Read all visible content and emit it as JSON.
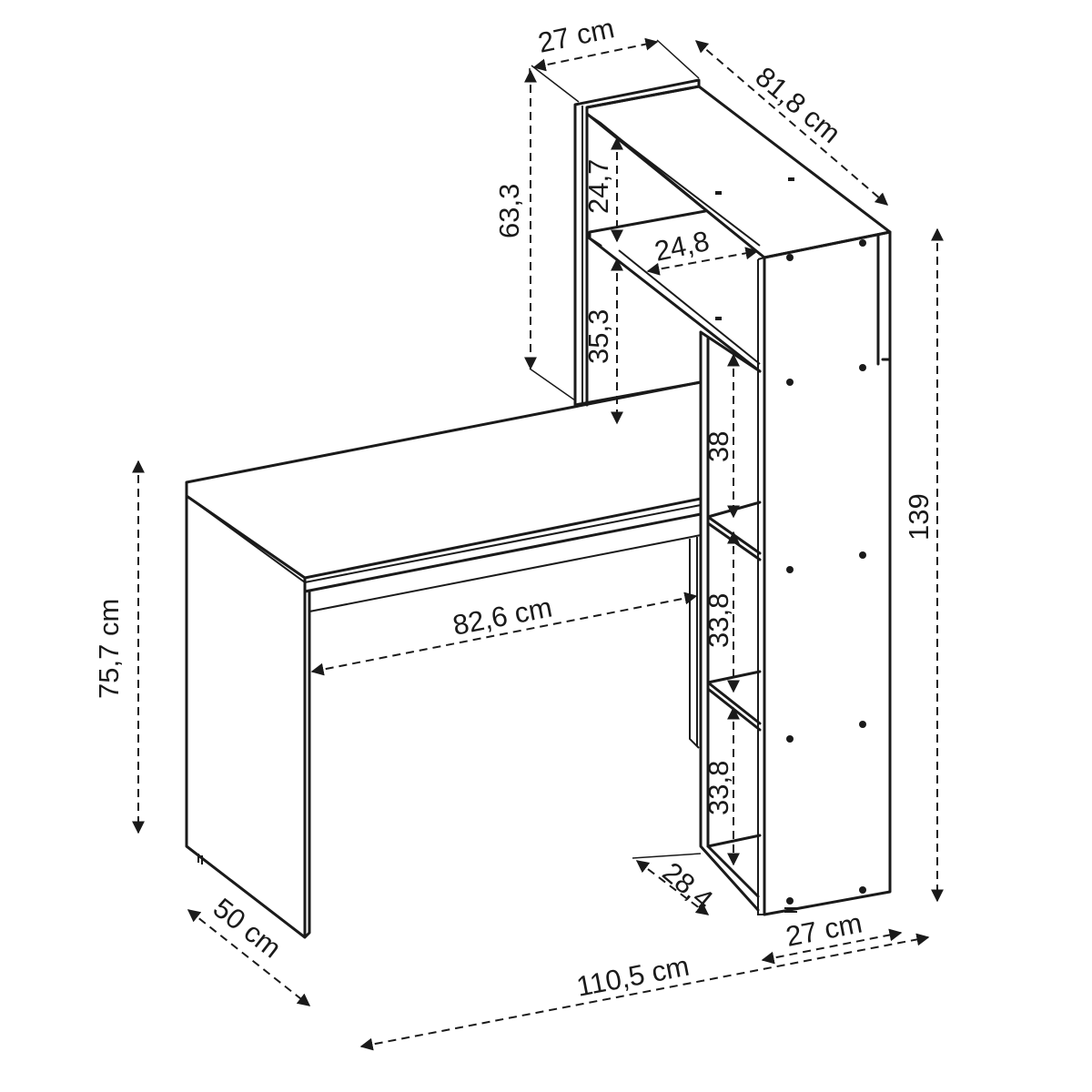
{
  "colors": {
    "line": "#1a1a1a",
    "background": "#ffffff"
  },
  "dimensions": {
    "shelf_depth_top": "27 cm",
    "shelf_length": "81,8 cm",
    "upper_height": "63,3",
    "upper_compartment": "24,7",
    "upper_shelf_depth": "24,8",
    "mid_compartment": "35,3",
    "compartment_1": "38",
    "total_height": "139",
    "desk_width_inner": "82,6 cm",
    "compartment_2": "33,8",
    "compartment_3": "33,8",
    "bottom_shelf_depth": "28,4",
    "desk_height": "75,7 cm",
    "desk_depth": "50 cm",
    "side_depth": "27 cm",
    "total_width": "110,5 cm"
  }
}
